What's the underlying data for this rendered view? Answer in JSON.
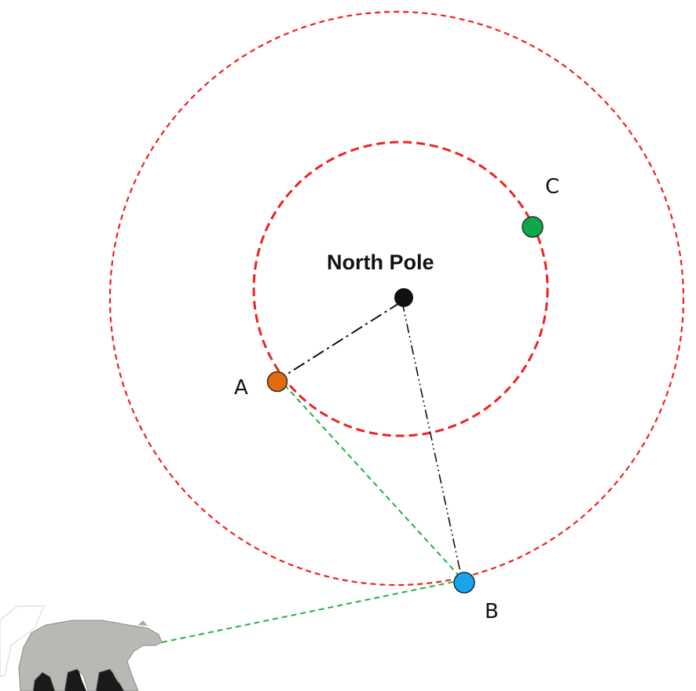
{
  "diagram": {
    "title_label": "North Pole",
    "points": [
      {
        "id": "A",
        "label": "A",
        "color": "#e06b10"
      },
      {
        "id": "B",
        "label": "B",
        "color": "#1aa3e8"
      },
      {
        "id": "C",
        "label": "C",
        "color": "#0ea84a"
      }
    ],
    "colors": {
      "circle_dashed": "#ee2222",
      "radius_line": "#111111",
      "path_line": "#22b040",
      "pole_dot": "#111111",
      "bear_body": "#b9b8b4",
      "bear_shadow": "#1a1a1a"
    },
    "icons": [
      "polar-bear-icon"
    ]
  }
}
